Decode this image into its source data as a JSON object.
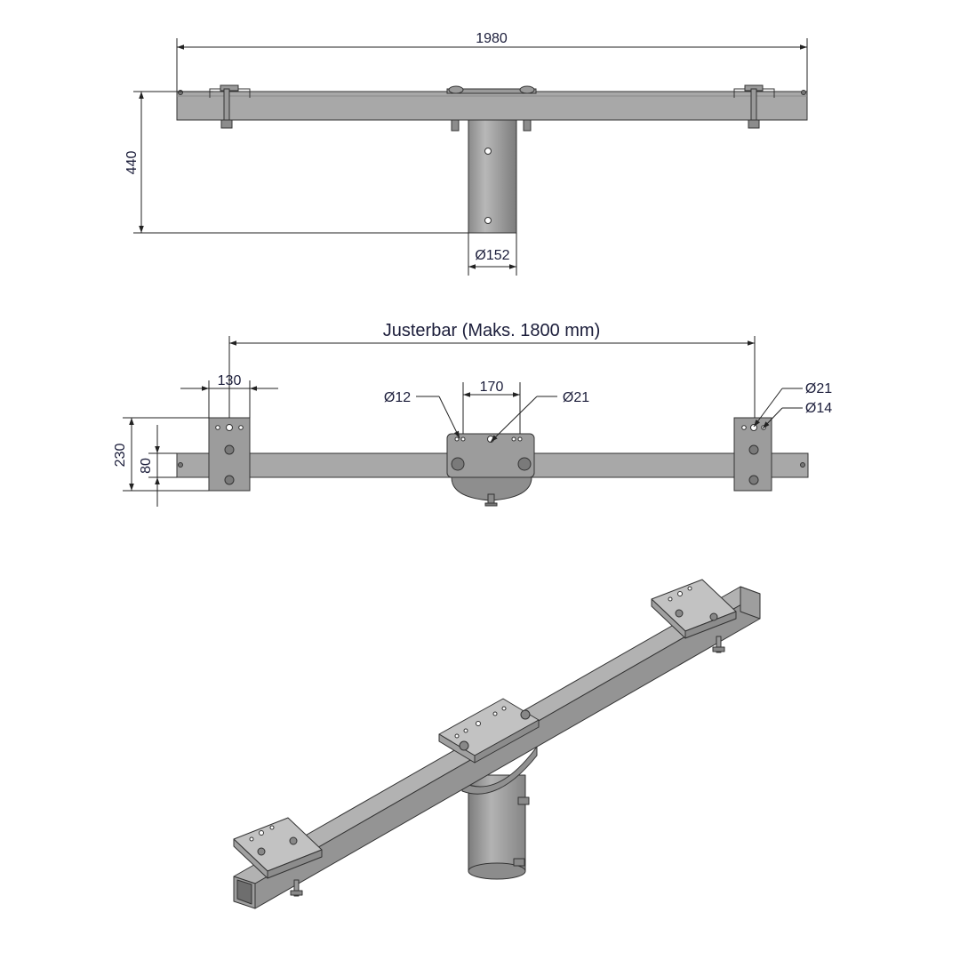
{
  "top_view": {
    "overall_length": "1980",
    "height": "440",
    "pipe_diameter": "Ø152"
  },
  "middle_view": {
    "adjustable_label": "Justerbar (Maks. 1800 mm)",
    "plate_width": "130",
    "plate_height": "230",
    "beam_height": "80",
    "hole_spacing": "170",
    "hole_small_left": "Ø12",
    "hole_center": "Ø21",
    "hole_right_large": "Ø21",
    "hole_right_small": "Ø14"
  },
  "colors": {
    "steel_face": "#a5a5a5",
    "steel_dark": "#707070",
    "dimension_line": "#222222",
    "dimension_text": "#1b1d3a"
  }
}
